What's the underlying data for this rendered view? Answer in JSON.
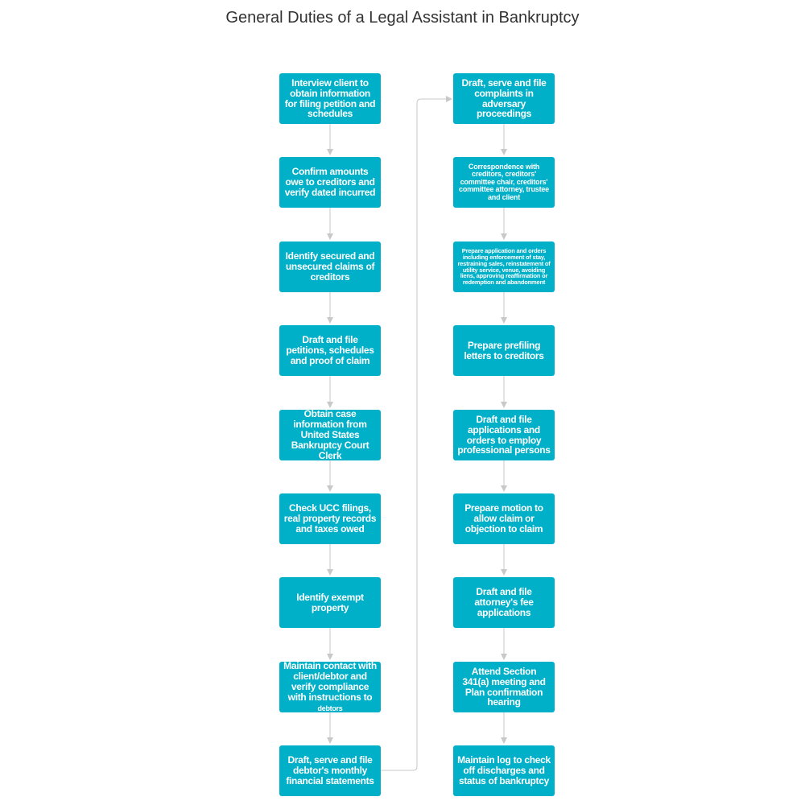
{
  "title": "General Duties of a Legal Assistant in Bankruptcy",
  "colors": {
    "node_fill": "#00b0c8",
    "node_text": "#ffffff",
    "connector": "#c8c8c8",
    "title": "#333333"
  },
  "left_column": [
    {
      "text": "Interview client to obtain information for filing petition and schedules"
    },
    {
      "text": "Confirm amounts owe to creditors and verify dated incurred"
    },
    {
      "text": "Identify secured and unsecured claims of creditors"
    },
    {
      "text": "Draft and file petitions, schedules and proof of claim"
    },
    {
      "text": "Obtain case information from United States Bankruptcy Court Clerk"
    },
    {
      "text": "Check UCC filings, real property records and taxes owed"
    },
    {
      "text": "Identify exempt property"
    },
    {
      "text": "Maintain contact with client/debtor and verify compliance with instructions to",
      "small": "debtors"
    },
    {
      "text": "Draft, serve and file debtor's monthly financial statements"
    }
  ],
  "right_column": [
    {
      "text": "Draft, serve and file complaints in adversary proceedings"
    },
    {
      "text": "Correspondence with creditors, creditors' committee chair, creditors' committee attorney, trustee and client"
    },
    {
      "text": "Prepare application and orders including enforcement of stay, restraining sales, reinstatement of utility service, venue, avoiding liens, approving reaffirmation or redemption and abandonment"
    },
    {
      "text": "Prepare prefiling letters to creditors"
    },
    {
      "text": "Draft and file applications and orders to employ professional persons"
    },
    {
      "text": "Prepare motion to allow claim or objection to claim"
    },
    {
      "text": "Draft and file attorney's fee applications"
    },
    {
      "text": "Attend Section 341(a) meeting and Plan confirmation hearing"
    },
    {
      "text": "Maintain log to check off discharges and status of bankruptcy"
    }
  ]
}
